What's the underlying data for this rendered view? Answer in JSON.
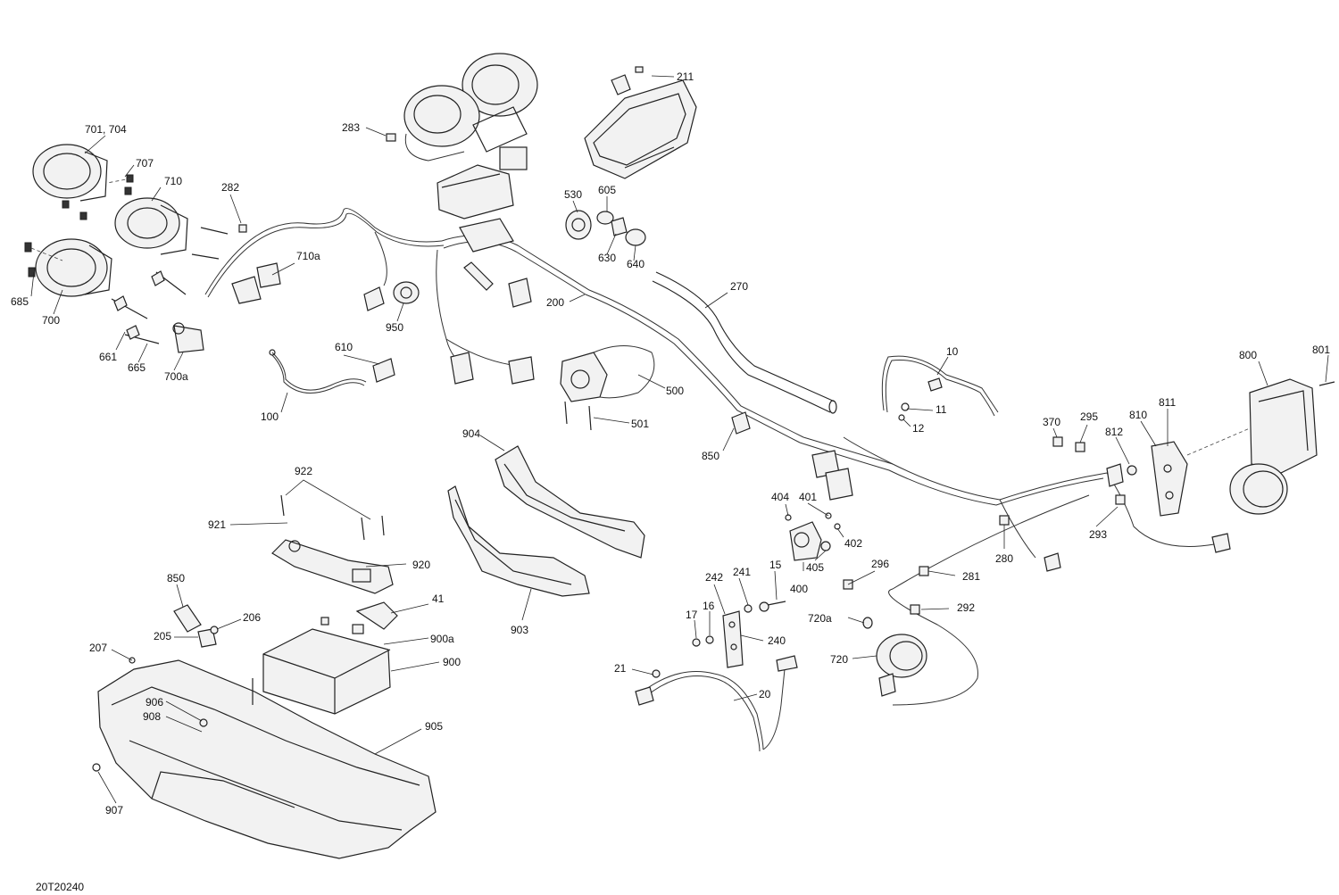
{
  "drawing_ref": "20T20240",
  "callouts": [
    {
      "id": "c211",
      "label": "211"
    },
    {
      "id": "c283",
      "label": "283"
    },
    {
      "id": "c701",
      "label": "701, 704"
    },
    {
      "id": "c707",
      "label": "707"
    },
    {
      "id": "c710",
      "label": "710"
    },
    {
      "id": "c282",
      "label": "282"
    },
    {
      "id": "c530",
      "label": "530"
    },
    {
      "id": "c605",
      "label": "605"
    },
    {
      "id": "c630",
      "label": "630"
    },
    {
      "id": "c640",
      "label": "640"
    },
    {
      "id": "c710a",
      "label": "710a"
    },
    {
      "id": "c270",
      "label": "270"
    },
    {
      "id": "c685",
      "label": "685"
    },
    {
      "id": "c700",
      "label": "700"
    },
    {
      "id": "c200",
      "label": "200"
    },
    {
      "id": "c950",
      "label": "950"
    },
    {
      "id": "c610",
      "label": "610"
    },
    {
      "id": "c661",
      "label": "661"
    },
    {
      "id": "c665",
      "label": "665"
    },
    {
      "id": "c700a",
      "label": "700a"
    },
    {
      "id": "c10",
      "label": "10"
    },
    {
      "id": "c800",
      "label": "800"
    },
    {
      "id": "c801",
      "label": "801"
    },
    {
      "id": "c500",
      "label": "500"
    },
    {
      "id": "c11",
      "label": "11"
    },
    {
      "id": "c12",
      "label": "12"
    },
    {
      "id": "c100",
      "label": "100"
    },
    {
      "id": "c501",
      "label": "501"
    },
    {
      "id": "c370",
      "label": "370"
    },
    {
      "id": "c295",
      "label": "295"
    },
    {
      "id": "c810",
      "label": "810"
    },
    {
      "id": "c811",
      "label": "811"
    },
    {
      "id": "c812",
      "label": "812"
    },
    {
      "id": "c904",
      "label": "904"
    },
    {
      "id": "c850a",
      "label": "850"
    },
    {
      "id": "c922",
      "label": "922"
    },
    {
      "id": "c293",
      "label": "293"
    },
    {
      "id": "c404",
      "label": "404"
    },
    {
      "id": "c401",
      "label": "401"
    },
    {
      "id": "c921",
      "label": "921"
    },
    {
      "id": "c402",
      "label": "402"
    },
    {
      "id": "c280",
      "label": "280"
    },
    {
      "id": "c920",
      "label": "920"
    },
    {
      "id": "c405",
      "label": "405"
    },
    {
      "id": "c296",
      "label": "296"
    },
    {
      "id": "c281",
      "label": "281"
    },
    {
      "id": "c15",
      "label": "15"
    },
    {
      "id": "c242",
      "label": "242"
    },
    {
      "id": "c241",
      "label": "241"
    },
    {
      "id": "c850b",
      "label": "850"
    },
    {
      "id": "c400",
      "label": "400"
    },
    {
      "id": "c41",
      "label": "41"
    },
    {
      "id": "c292",
      "label": "292"
    },
    {
      "id": "c17",
      "label": "17"
    },
    {
      "id": "c16",
      "label": "16"
    },
    {
      "id": "c206",
      "label": "206"
    },
    {
      "id": "c720a",
      "label": "720a"
    },
    {
      "id": "c205",
      "label": "205"
    },
    {
      "id": "c903",
      "label": "903"
    },
    {
      "id": "c240",
      "label": "240"
    },
    {
      "id": "c900a",
      "label": "900a"
    },
    {
      "id": "c207",
      "label": "207"
    },
    {
      "id": "c720",
      "label": "720"
    },
    {
      "id": "c900",
      "label": "900"
    },
    {
      "id": "c21",
      "label": "21"
    },
    {
      "id": "c906",
      "label": "906"
    },
    {
      "id": "c20",
      "label": "20"
    },
    {
      "id": "c908",
      "label": "908"
    },
    {
      "id": "c905",
      "label": "905"
    },
    {
      "id": "c907",
      "label": "907"
    }
  ]
}
